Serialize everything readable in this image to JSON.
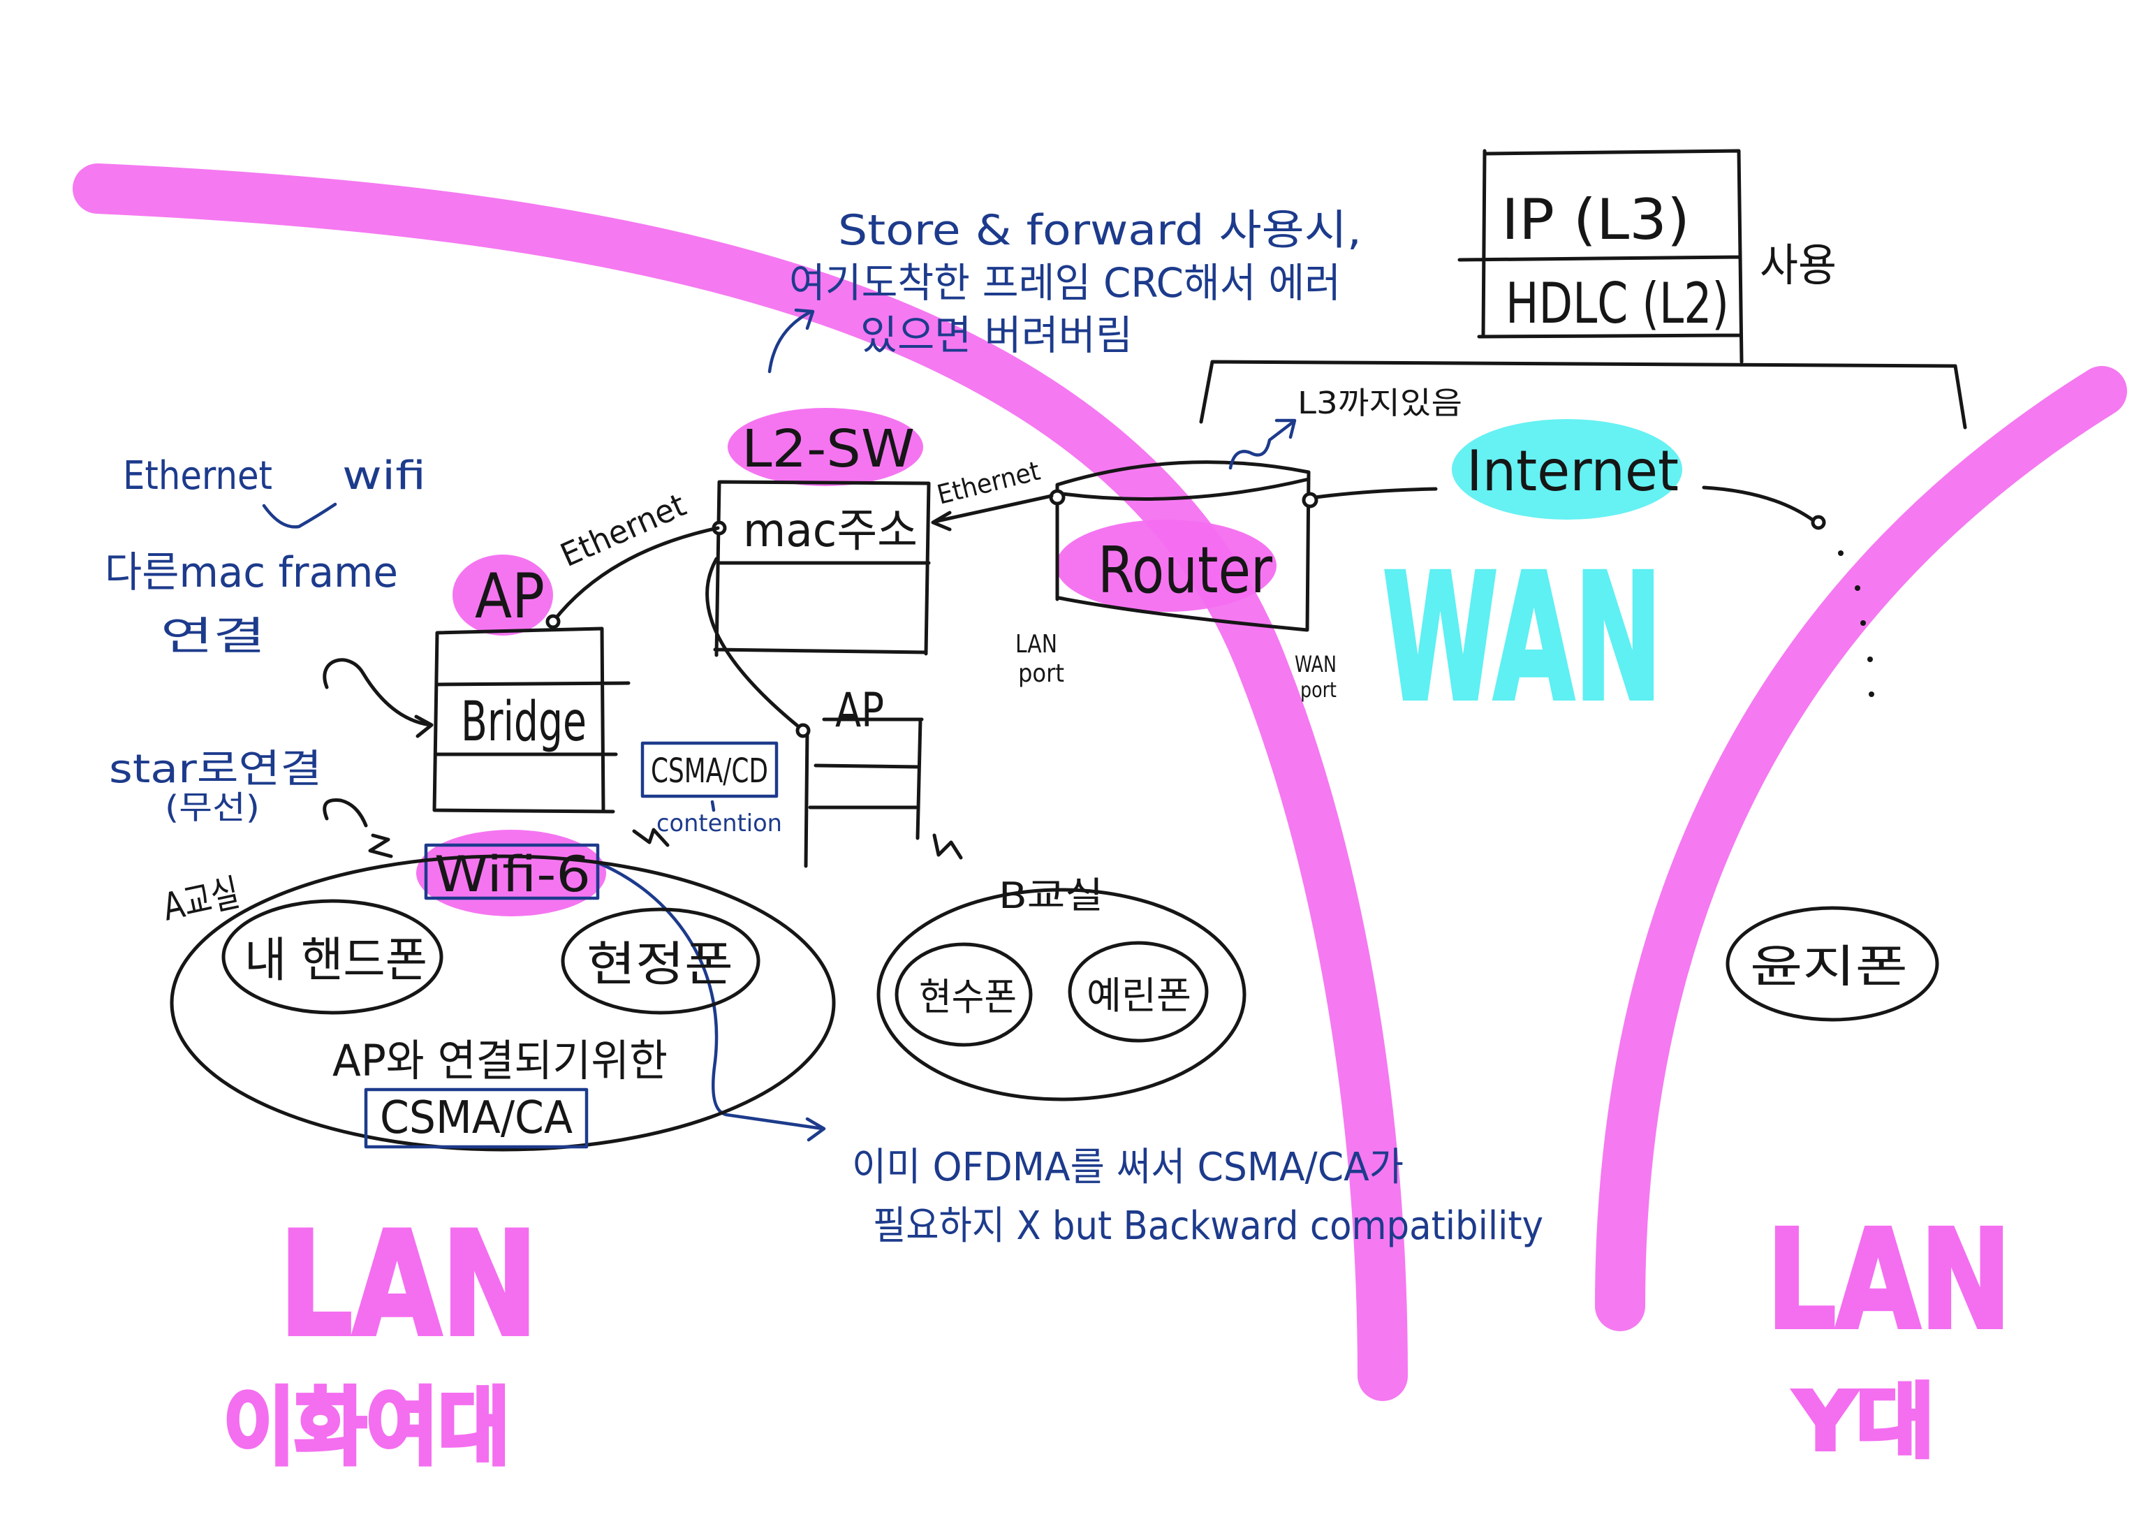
{
  "colors": {
    "magenta": "#f46ef0",
    "cyan": "#5ef0f2",
    "ink": "#161616",
    "blue": "#1d3b8c"
  },
  "top_note": {
    "line1": "Store & forward 사용시,",
    "line2": "여기도착한 프레임 CRC해서 에러",
    "line3": "있으면 버려버림"
  },
  "protocol_stack": {
    "upper": "IP (L3)",
    "lower": "HDLC (L2)",
    "side_label": "사용"
  },
  "router_note": "L3까지있음",
  "wan": {
    "internet": "Internet",
    "label": "WAN"
  },
  "l2_switch": {
    "title": "L2-SW",
    "table_header": "mac주소"
  },
  "links": {
    "switch_to_router": "Ethernet",
    "ap_to_switch": "Ethernet"
  },
  "router": {
    "label": "Router",
    "lan_port": [
      "LAN",
      "port"
    ],
    "wan_port": [
      "WAN",
      "port"
    ]
  },
  "ap_bridge": {
    "title": "AP",
    "row": "Bridge"
  },
  "ap_second": {
    "title": "AP"
  },
  "side_notes": {
    "ethernet": "Ethernet",
    "wifi": "wifi",
    "mac_frame": "다른mac frame",
    "connect": "연결",
    "star": "star로연결",
    "wireless": "(무선)"
  },
  "csma_cd": {
    "label": "CSMA/CD",
    "note": "contention"
  },
  "wifi": {
    "label": "Wifi-6"
  },
  "room_a": {
    "label": "A교실",
    "phones": [
      "내 핸드폰",
      "현정폰"
    ],
    "note": "AP와 연결되기위한",
    "protocol": "CSMA/CA"
  },
  "room_b": {
    "label": "B교실",
    "phones": [
      "현수폰",
      "예린폰"
    ]
  },
  "y_side": {
    "phone": "윤지폰"
  },
  "ofdma_note": {
    "line1": "이미 OFDMA를 써서 CSMA/CA가",
    "line2": "필요하지 X but Backward compatibility"
  },
  "regions": {
    "left": {
      "network": "LAN",
      "name": "이화여대"
    },
    "right": {
      "network": "LAN",
      "name": "Y대"
    }
  }
}
